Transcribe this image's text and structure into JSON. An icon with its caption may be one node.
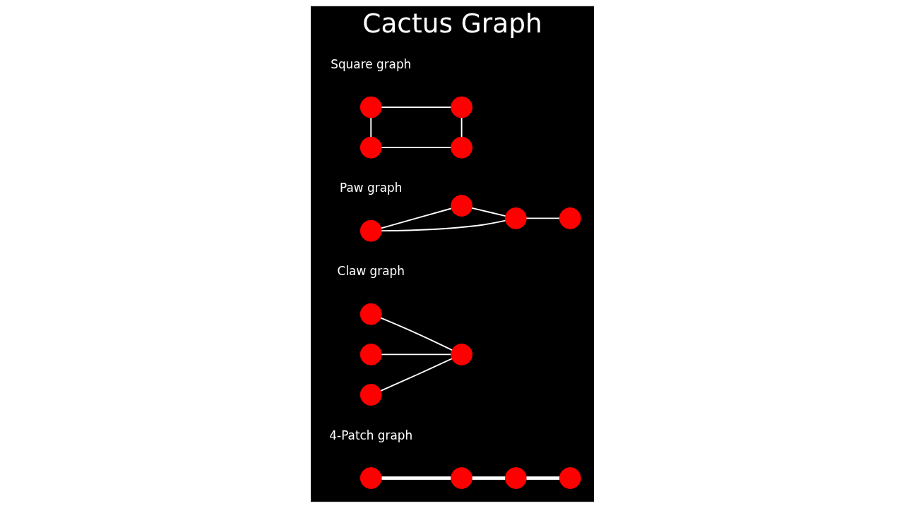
{
  "diagram": {
    "title": "Cactus Graph",
    "nodes": [
      {
        "text": [],
        "shape": "circle"
      },
      {
        "text": [],
        "shape": "circle"
      },
      {
        "text": [],
        "shape": "circle"
      },
      {
        "text": [],
        "shape": "circle"
      },
      {
        "text": [],
        "shape": "circle"
      },
      {
        "text": [],
        "shape": "circle"
      },
      {
        "text": [],
        "shape": "circle"
      },
      {
        "text": [],
        "shape": "circle"
      },
      {
        "text": [],
        "shape": "circle"
      },
      {
        "text": [],
        "shape": "circle"
      },
      {
        "text": [],
        "shape": "circle"
      },
      {
        "text": [],
        "shape": "circle"
      },
      {
        "text": [],
        "shape": "circle"
      },
      {
        "text": [],
        "shape": "circle"
      },
      {
        "text": [],
        "shape": "circle"
      },
      {
        "text": [],
        "shape": "circle"
      }
    ],
    "edges": [
      {
        "from": 0,
        "to": 1,
        "arrow": "none",
        "style": "thick"
      },
      {
        "from": 1,
        "to": 2,
        "arrow": "none",
        "style": "thick"
      },
      {
        "from": 2,
        "to": 3,
        "arrow": "none",
        "style": "thick"
      },
      {
        "from": 4,
        "to": 7,
        "arrow": "none"
      },
      {
        "from": 5,
        "to": 7,
        "arrow": "none"
      },
      {
        "from": 6,
        "to": 7,
        "arrow": "none"
      },
      {
        "from": 8,
        "to": 11,
        "arrow": "none"
      },
      {
        "from": 8,
        "to": 9,
        "arrow": "none"
      },
      {
        "from": 11,
        "to": 9,
        "arrow": "none"
      },
      {
        "from": 9,
        "to": 10,
        "arrow": "none"
      },
      {
        "from": 12,
        "to": 13,
        "arrow": "none"
      },
      {
        "from": 12,
        "to": 14,
        "arrow": "none"
      },
      {
        "from": 13,
        "to": 15,
        "arrow": "none"
      },
      {
        "from": 14,
        "to": 15,
        "arrow": "none"
      }
    ],
    "labels": [
      "4-Patch graph",
      "Claw graph",
      "Paw graph",
      "Square graph"
    ]
  }
}
